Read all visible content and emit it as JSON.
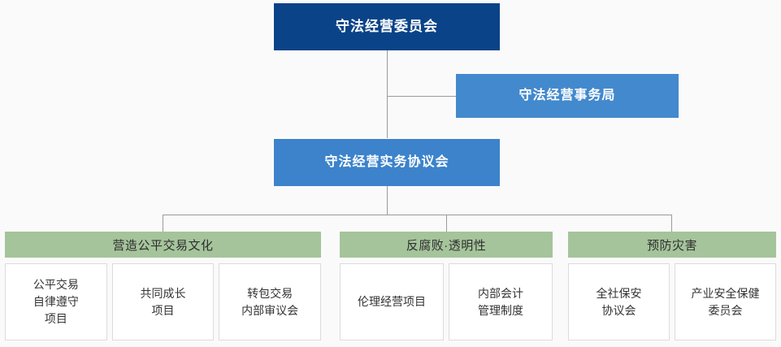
{
  "diagram": {
    "title_top": "守法经营委员会",
    "side_node": "守法经营事务局",
    "mid_node": "守法经营实务协议会",
    "colors": {
      "navy": "#0a4388",
      "blue": "#4389cd",
      "green": "#a5c49b",
      "leaf_bg": "#ffffff",
      "leaf_border": "#dcdcdc",
      "line": "#9a9a9a",
      "background": "#fafafa"
    },
    "groups": [
      {
        "header": "营造公平交易文化",
        "items": [
          {
            "lines": [
              "公平交易",
              "自律遵守",
              "项目"
            ]
          },
          {
            "lines": [
              "共同成长",
              "项目"
            ]
          },
          {
            "lines": [
              "转包交易",
              "内部审议会"
            ]
          }
        ]
      },
      {
        "header": "反腐败·透明性",
        "items": [
          {
            "lines": [
              "伦理经营项目"
            ]
          },
          {
            "lines": [
              "内部会计",
              "管理制度"
            ]
          }
        ]
      },
      {
        "header": "预防灾害",
        "items": [
          {
            "lines": [
              "全社保安",
              "协议会"
            ]
          },
          {
            "lines": [
              "产业安全保健",
              "委员会"
            ]
          }
        ]
      }
    ]
  }
}
